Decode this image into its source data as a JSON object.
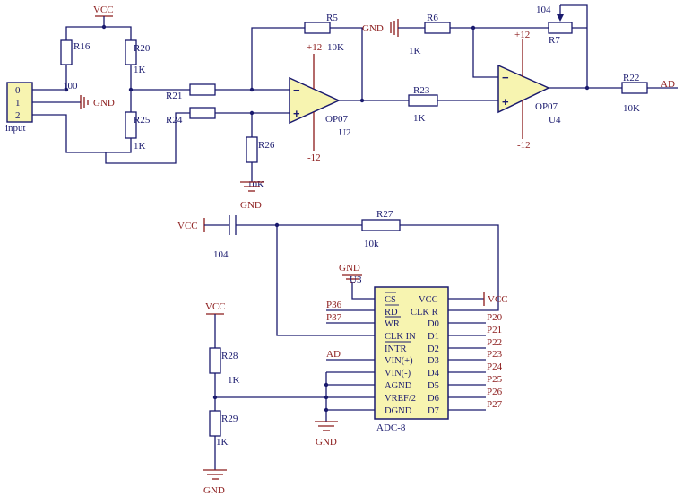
{
  "nets": {
    "vcc": "VCC",
    "gnd": "GND",
    "pos12": "+12",
    "neg12": "-12",
    "ad": "AD"
  },
  "connector": {
    "pins": [
      "0",
      "1",
      "2"
    ],
    "label": "input",
    "pin_note": "100"
  },
  "resistors": {
    "r16": {
      "ref": "R16",
      "value": ""
    },
    "r20": {
      "ref": "R20",
      "value": "1K"
    },
    "r25": {
      "ref": "R25",
      "value": "1K"
    },
    "r21": {
      "ref": "R21",
      "value": ""
    },
    "r24": {
      "ref": "R24",
      "value": ""
    },
    "r26": {
      "ref": "R26",
      "value": "10K"
    },
    "r5": {
      "ref": "R5",
      "value": "10K"
    },
    "r6": {
      "ref": "R6",
      "value": "1K"
    },
    "r7": {
      "ref": "R7",
      "value": "104"
    },
    "r23": {
      "ref": "R23",
      "value": "1K"
    },
    "r22": {
      "ref": "R22",
      "value": "10K"
    },
    "r27": {
      "ref": "R27",
      "value": "10k"
    },
    "r28": {
      "ref": "R28",
      "value": "1K"
    },
    "r29": {
      "ref": "R29",
      "value": "1K"
    }
  },
  "opamps": {
    "u2": {
      "ref": "U2",
      "part": "OP07"
    },
    "u4": {
      "ref": "U4",
      "part": "OP07"
    }
  },
  "capacitor": {
    "value": "104"
  },
  "adc": {
    "ref": "U3",
    "part": "ADC-8",
    "left_pins": [
      "CS",
      "RD",
      "WR",
      "CLK IN",
      "INTR",
      "VIN(+)",
      "VIN(-)",
      "AGND",
      "VREF/2",
      "DGND"
    ],
    "right_pins": [
      "VCC",
      "CLK R",
      "D0",
      "D1",
      "D2",
      "D3",
      "D4",
      "D5",
      "D6",
      "D7"
    ],
    "left_nets": {
      "cs": "",
      "rd": "P36",
      "wr": "P37"
    },
    "data_nets": [
      "P20",
      "P21",
      "P22",
      "P23",
      "P24",
      "P25",
      "P26",
      "P27"
    ]
  }
}
